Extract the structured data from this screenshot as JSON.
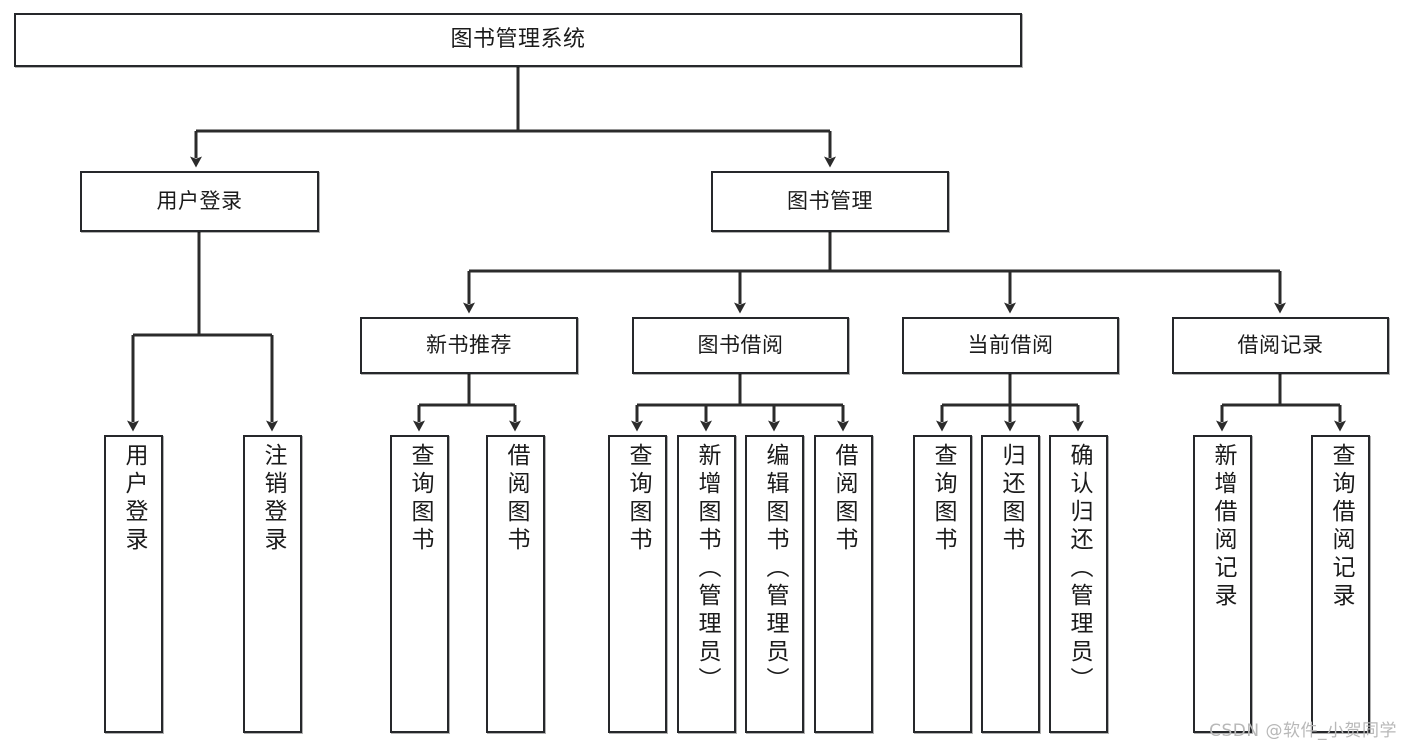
{
  "diagram": {
    "type": "tree",
    "title": "图书管理系统",
    "watermark": "CSDN @软件_小贺同学",
    "theme": {
      "background": "#ffffff",
      "box_border": "#26282b",
      "box_fill": "#ffffff",
      "edge": "#2b2b2b",
      "text": "#1b1b1b",
      "watermark": "#b8b8b8"
    },
    "root": {
      "id": "root",
      "label": "图书管理系统"
    },
    "level2": [
      {
        "id": "user-login",
        "label": "用户登录"
      },
      {
        "id": "book-manage",
        "label": "图书管理"
      }
    ],
    "level3": [
      {
        "id": "new-book-rec",
        "label": "新书推荐",
        "parent": "book-manage"
      },
      {
        "id": "book-borrow",
        "label": "图书借阅",
        "parent": "book-manage"
      },
      {
        "id": "current-borrow",
        "label": "当前借阅",
        "parent": "book-manage"
      },
      {
        "id": "borrow-record",
        "label": "借阅记录",
        "parent": "book-manage"
      }
    ],
    "leaves": [
      {
        "id": "leaf-user-login",
        "label": "用户登录",
        "parent": "user-login"
      },
      {
        "id": "leaf-user-logout",
        "label": "注销登录",
        "parent": "user-login"
      },
      {
        "id": "leaf-rec-query-book",
        "label": "查询图书",
        "parent": "new-book-rec"
      },
      {
        "id": "leaf-rec-borrow-book",
        "label": "借阅图书",
        "parent": "new-book-rec"
      },
      {
        "id": "leaf-bb-query-book",
        "label": "查询图书",
        "parent": "book-borrow"
      },
      {
        "id": "leaf-bb-add-book",
        "label": "新增图书（管理员）",
        "parent": "book-borrow"
      },
      {
        "id": "leaf-bb-edit-book",
        "label": "编辑图书（管理员）",
        "parent": "book-borrow"
      },
      {
        "id": "leaf-bb-borrow-book",
        "label": "借阅图书",
        "parent": "book-borrow"
      },
      {
        "id": "leaf-cb-query-book",
        "label": "查询图书",
        "parent": "current-borrow"
      },
      {
        "id": "leaf-cb-return-book",
        "label": "归还图书",
        "parent": "current-borrow"
      },
      {
        "id": "leaf-cb-confirm-return",
        "label": "确认归还（管理员）",
        "parent": "current-borrow"
      },
      {
        "id": "leaf-br-add-record",
        "label": "新增借阅记录",
        "parent": "borrow-record"
      },
      {
        "id": "leaf-br-query-record",
        "label": "查询借阅记录",
        "parent": "borrow-record"
      }
    ]
  }
}
